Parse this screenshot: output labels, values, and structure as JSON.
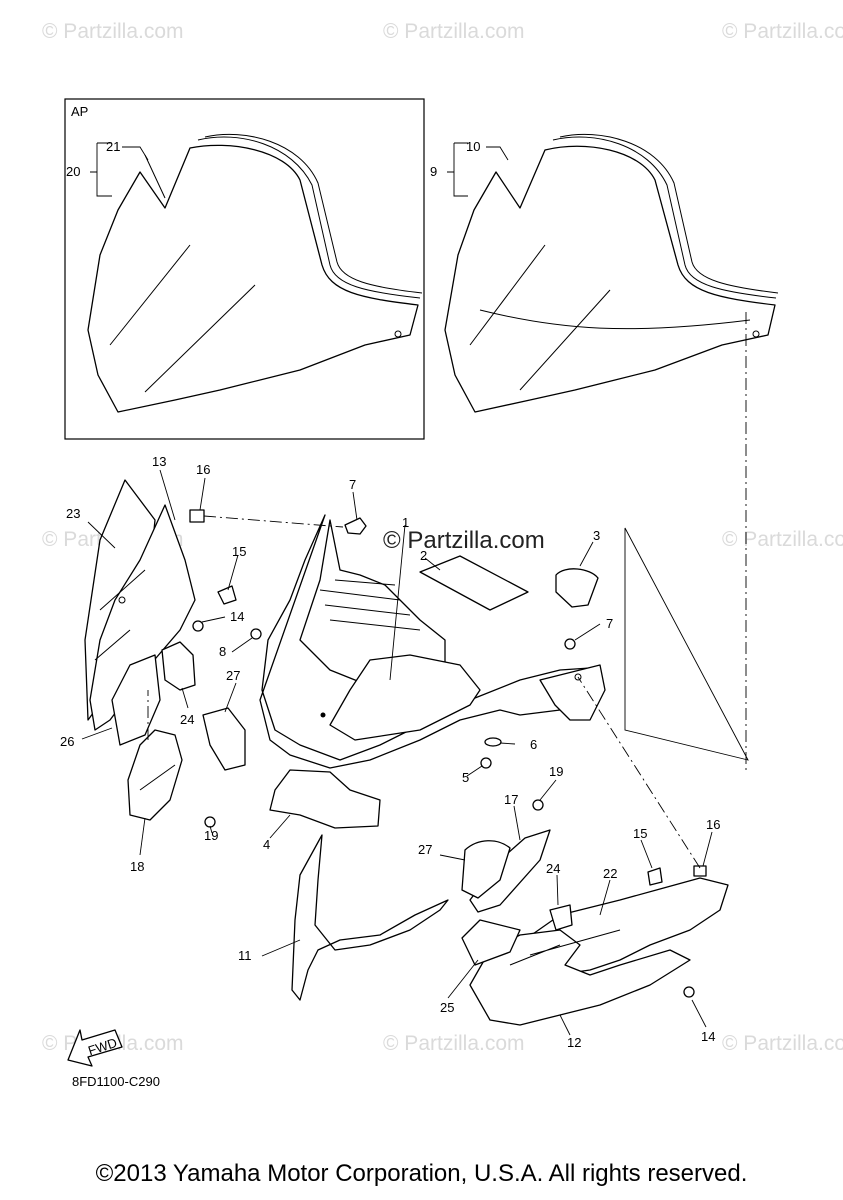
{
  "watermark": {
    "brand": "© Partzilla.com",
    "center_brand": "© Partzilla.com"
  },
  "box_label": "AP",
  "diagram_code": "8FD1100-C290",
  "fwd_label": "FWD",
  "copyright": "©2013 Yamaha Motor Corporation, U.S.A. All rights reserved.",
  "callouts": {
    "c1": "1",
    "c2": "2",
    "c3": "3",
    "c4": "4",
    "c5": "5",
    "c6": "6",
    "c7a": "7",
    "c7b": "7",
    "c8": "8",
    "c9": "9",
    "c10": "10",
    "c11": "11",
    "c12": "12",
    "c13": "13",
    "c14a": "14",
    "c14b": "14",
    "c15a": "15",
    "c15b": "15",
    "c16a": "16",
    "c16b": "16",
    "c17": "17",
    "c18": "18",
    "c19a": "19",
    "c19b": "19",
    "c20": "20",
    "c21": "21",
    "c22": "22",
    "c23": "23",
    "c24a": "24",
    "c24b": "24",
    "c25": "25",
    "c26": "26",
    "c27a": "27",
    "c27b": "27"
  }
}
